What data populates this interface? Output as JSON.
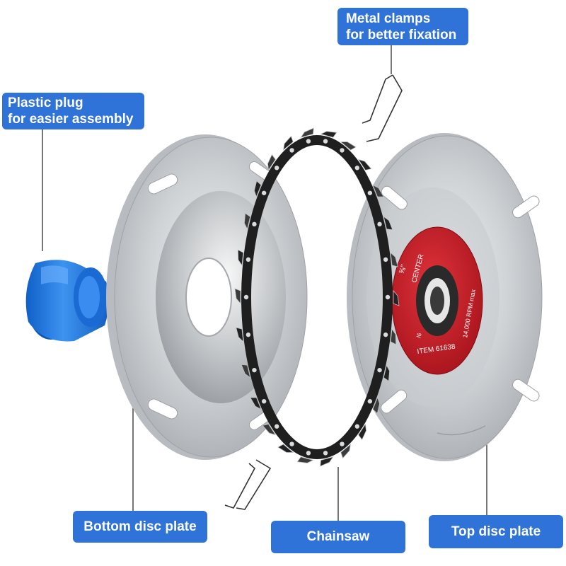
{
  "callouts": {
    "clamps": {
      "line1": "Metal clamps",
      "line2": "for better fixation"
    },
    "plug": {
      "line1": "Plastic plug",
      "line2": "for easier assembly"
    },
    "bottom_plate": "Bottom disc plate",
    "chainsaw": "Chainsaw",
    "top_plate": "Top disc plate"
  },
  "label_disc": {
    "size": "⅝\"",
    "center": "CENTER",
    "arbor": "Ⅰ6",
    "item": "ITEM 61638",
    "rpm": "14,000 RPM max"
  },
  "colors": {
    "callout_bg": "#2f72d8",
    "callout_text": "#ffffff",
    "plug": "#1e74e0",
    "label_red": "#c5202b",
    "metal": "#d3d6d9",
    "chain": "#1f1f1f"
  }
}
